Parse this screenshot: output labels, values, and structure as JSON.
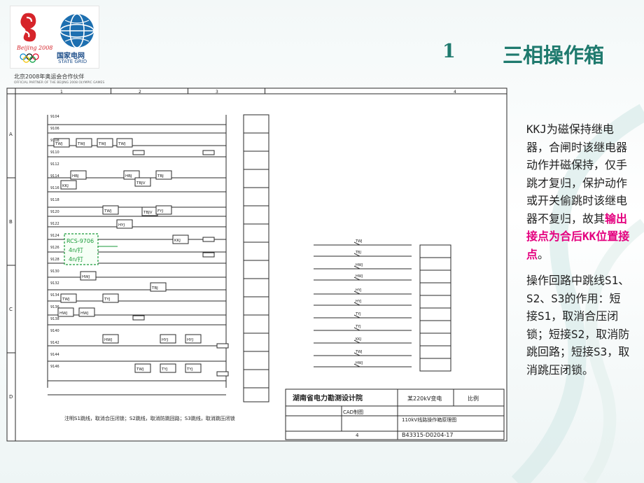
{
  "logos": {
    "beijing_text": "Beijing 2008",
    "state_grid_cn": "国家电网",
    "state_grid_en": "STATE GRID",
    "partner_cn": "北京2008年奥运会合作伙伴",
    "partner_en": "OFFICIAL PARTNER OF THE BEIJING 2008 OLYMPIC GAMES"
  },
  "title": {
    "number": "1",
    "text": "三相操作箱"
  },
  "notes": {
    "p1_before": "KKJ为磁保持继电器，合闸时该继电器动作并磁保持，仅手跳才复归，保护动作或开关偷跳时该继电器不复归，故其",
    "p1_highlight": "输出接点为合后KK位置接点",
    "p1_after": "。",
    "p2": "操作回路中跳线S1、S2、S3的作用：短接S1，取消合压闭锁；短接S2，取消防跳回路；短接S3，取消跳压闭锁。"
  },
  "diagram": {
    "col_labels": [
      "1",
      "2",
      "3",
      "4"
    ],
    "row_labels": [
      "A",
      "B",
      "C",
      "D"
    ],
    "relay_labels": [
      "TWJ",
      "TWJ",
      "TWJ",
      "TWJ",
      "HBJ",
      "HBJ",
      "TBJV",
      "TBJ",
      "TBJV",
      "KKJ",
      "TWJ",
      "TBJ",
      "HWJ",
      "HWJ",
      "HYJ",
      "HYJ",
      "TYJ",
      "TYJ",
      "KKJ",
      "TWJ",
      "HWJ",
      "TYJ",
      "HYJ",
      "FYJ",
      "TWJ",
      "HWJ"
    ],
    "terminal_labels": [
      "9104",
      "9106",
      "9108",
      "9110",
      "9112",
      "9114",
      "9116",
      "9118",
      "9120",
      "9122",
      "9124",
      "9126",
      "9128",
      "9130",
      "9132",
      "9134",
      "9136",
      "9138",
      "9140",
      "9142",
      "9144",
      "9146"
    ],
    "title_block": {
      "company": "湖南省电力勘测设计院",
      "voltage": "某220kV变电",
      "cad": "CAD制图",
      "drawing_title": "110kV线路操作箱原理图",
      "drawing_no": "B43315-D0204-17",
      "scale": "比例",
      "sheet": "4"
    },
    "bottom_note": "注明S1跳线，取消合压闭锁；S2跳线，取消防跳回路；S3跳线，取消跳压闭锁",
    "highlight_box_lines": [
      "RCS-9706",
      "4n/打",
      "4n/打"
    ]
  },
  "colors": {
    "title": "#1f7a6e",
    "highlight": "#e4007f",
    "line": "#2a2a2a",
    "annotation_green": "#1a9a3a"
  }
}
